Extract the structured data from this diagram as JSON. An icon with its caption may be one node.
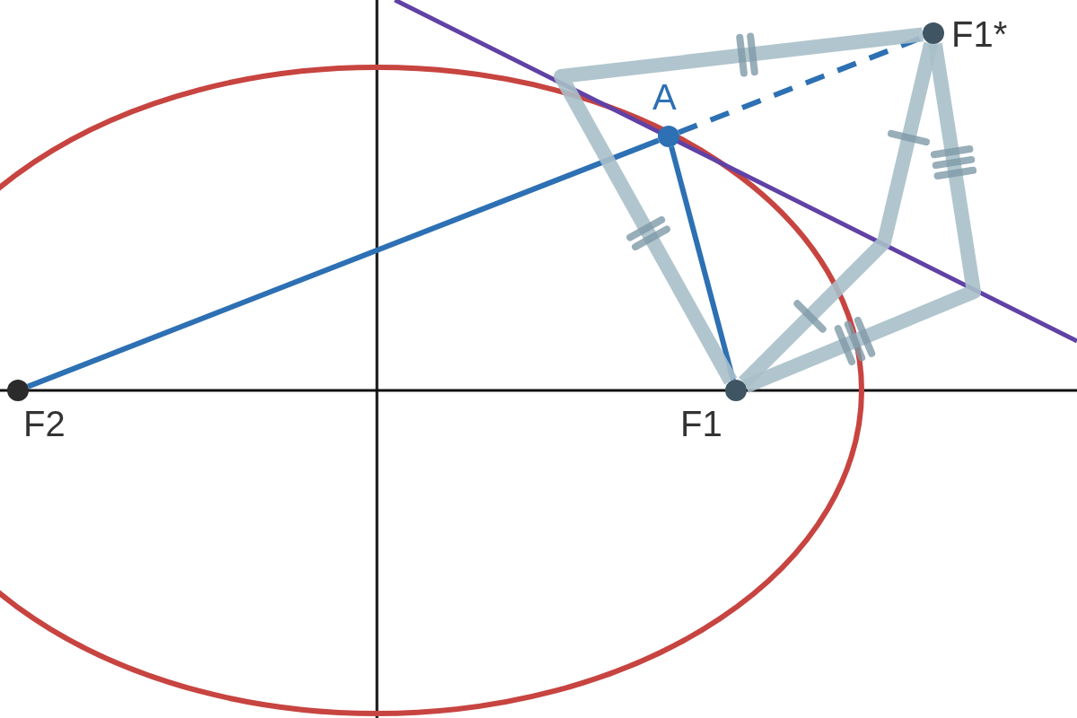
{
  "diagram": {
    "nodes": [
      {
        "text": [],
        "shape": "circle",
        "beside": [
          "F2"
        ]
      },
      {
        "text": [],
        "shape": "circle",
        "beside": [
          "A"
        ]
      },
      {
        "text": [],
        "shape": "circle",
        "beside": [
          "F1"
        ]
      },
      {
        "text": [],
        "shape": "circle",
        "beside": [
          "F1*"
        ]
      }
    ],
    "edges": [
      {
        "from": 0,
        "to": 1,
        "arrow": "none"
      },
      {
        "from": 1,
        "to": 2,
        "arrow": "none"
      },
      {
        "from": 1,
        "to": 3,
        "arrow": "none",
        "style": "dashed"
      },
      {
        "from": 2,
        "to": 3,
        "arrow": "none",
        "style": "thick",
        "color": "#a9bfc9"
      },
      {
        "from": 2,
        "to": 3,
        "arrow": "none",
        "style": "thick",
        "color": "#a9bfc9"
      },
      {
        "from": 2,
        "to": 3,
        "arrow": "none",
        "style": "thick",
        "color": "#a9bfc9"
      }
    ]
  }
}
